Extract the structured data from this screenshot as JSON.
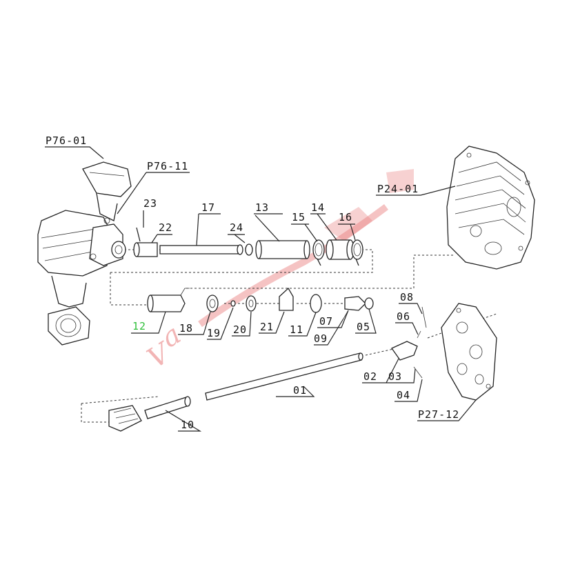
{
  "diagram": {
    "labels": {
      "p76_01": "P76-01",
      "p76_11": "P76-11",
      "p24_01": "P24-01",
      "p27_12": "P27-12",
      "n23": "23",
      "n22": "22",
      "n17": "17",
      "n24": "24",
      "n13": "13",
      "n15": "15",
      "n14": "14",
      "n16": "16",
      "n12": "12",
      "n18": "18",
      "n19": "19",
      "n20": "20",
      "n21": "21",
      "n11": "11",
      "n07": "07",
      "n09": "09",
      "n05": "05",
      "n08": "08",
      "n06": "06",
      "n02": "02",
      "n03": "03",
      "n04": "04",
      "n01": "01",
      "n10": "10"
    },
    "watermark": "Vamerail",
    "colors": {
      "line": "#222222",
      "highlight_label": "#2fbf3a",
      "watermark": "#e87a7a"
    }
  }
}
